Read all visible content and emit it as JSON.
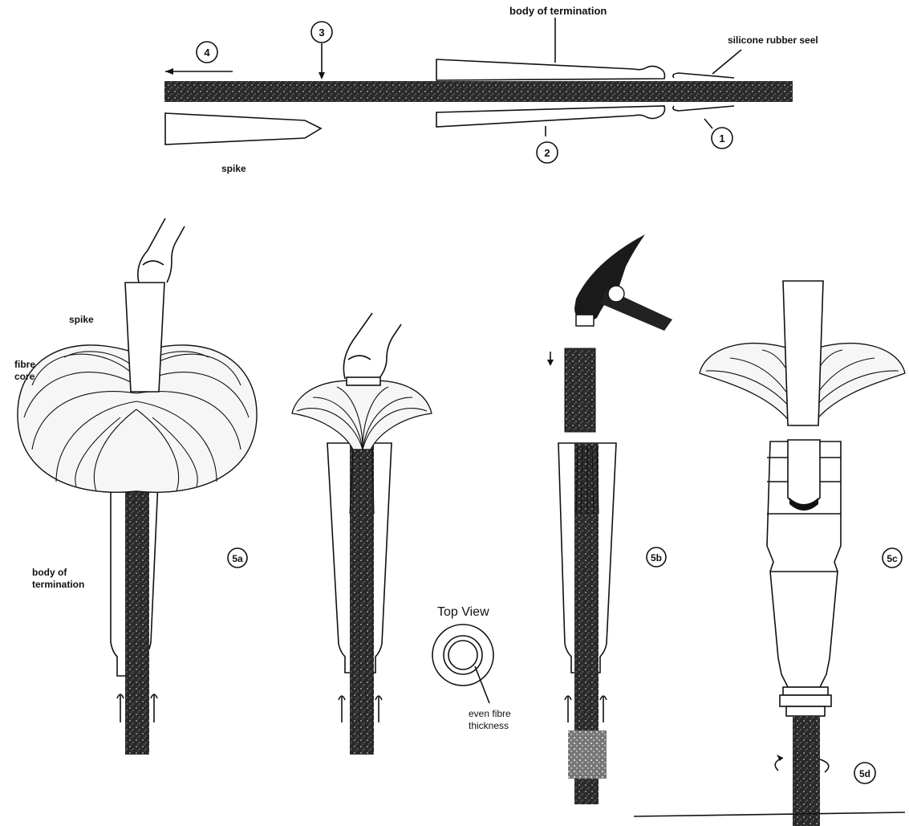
{
  "diagram": {
    "top_labels": {
      "body_of_termination": "body of termination",
      "silicone_rubber_seal": "silicone rubber seel",
      "spike": "spike"
    },
    "step_numbers": [
      "1",
      "2",
      "3",
      "4"
    ],
    "stage_labels": {
      "s5a": "5a",
      "s5b": "5b",
      "s5c": "5c",
      "s5d": "5d"
    },
    "side_labels": {
      "spike": "spike",
      "fibre": "fibre",
      "core": "core",
      "body_of": "body of",
      "termination": "termination"
    },
    "top_view": {
      "title": "Top View",
      "caption_line1": "even fibre",
      "caption_line2": "thickness"
    }
  }
}
